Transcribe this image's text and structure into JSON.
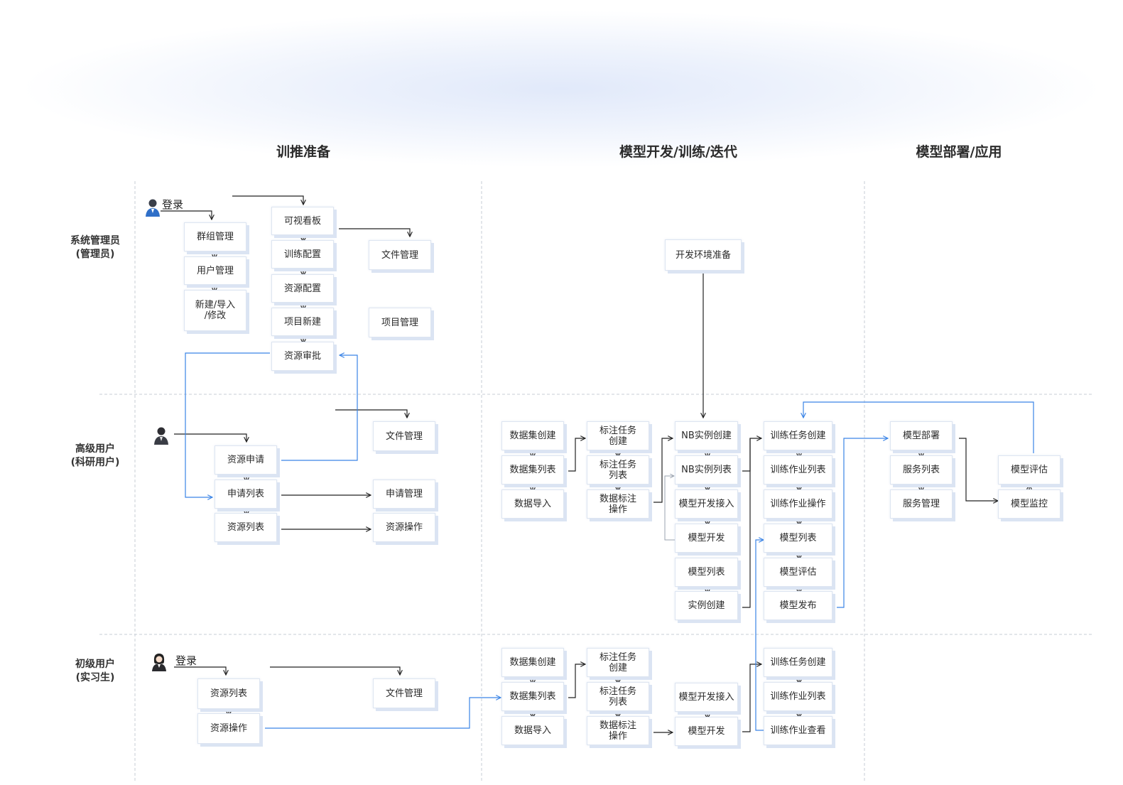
{
  "stages": [
    "训推准备",
    "模型开发/训练/迭代",
    "模型部署/应用"
  ],
  "roles": [
    {
      "line1": "系统管理员",
      "line2": "(管理员)"
    },
    {
      "line1": "高级用户",
      "line2": "(科研用户)"
    },
    {
      "line1": "初级用户",
      "line2": "(实习生)"
    }
  ],
  "person_icons": [
    "admin-user-icon",
    "senior-user-icon",
    "junior-user-icon"
  ],
  "colors": {
    "blue_flow": "#3a84e6",
    "black_flow": "#222222",
    "grey_flow": "#9aa3af"
  },
  "login_label": "登录",
  "admin": {
    "group_mgmt": "群组管理",
    "user_mgmt": "用户管理",
    "new_import": "新建/导入\n/修改",
    "dashboard": "可视看板",
    "train_config": "训练配置",
    "res_config": "资源配置",
    "project_new": "项目新建",
    "res_approve": "资源审批",
    "file_mgmt": "文件管理",
    "project_mgmt": "项目管理",
    "dev_env": "开发环境准备"
  },
  "senior": {
    "res_apply": "资源申请",
    "apply_list": "申请列表",
    "res_list": "资源列表",
    "file_mgmt": "文件管理",
    "apply_mgmt": "申请管理",
    "res_op": "资源操作",
    "ds_create": "数据集创建",
    "ds_list": "数据集列表",
    "data_import": "数据导入",
    "label_create": "标注任务\n创建",
    "label_list": "标注任务\n列表",
    "label_op": "数据标注\n操作",
    "nb_create": "NB实例创建",
    "nb_list": "NB实例列表",
    "dev_access": "模型开发接入",
    "model_dev": "模型开发",
    "model_list": "模型列表",
    "inst_create": "实例创建",
    "train_create": "训练任务创建",
    "train_list": "训练作业列表",
    "train_op": "训练作业操作",
    "model_list2": "模型列表",
    "model_eval": "模型评估",
    "model_release": "模型发布",
    "deploy": "模型部署",
    "svc_list": "服务列表",
    "svc_mgmt": "服务管理",
    "eval": "模型评估",
    "monitor": "模型监控"
  },
  "junior": {
    "res_list": "资源列表",
    "res_op": "资源操作",
    "file_mgmt": "文件管理",
    "ds_create": "数据集创建",
    "ds_list": "数据集列表",
    "data_import": "数据导入",
    "label_create": "标注任务\n创建",
    "label_list": "标注任务\n列表",
    "label_op": "数据标注\n操作",
    "dev_access": "模型开发接入",
    "model_dev": "模型开发",
    "train_create": "训练任务创建",
    "train_list": "训练作业列表",
    "train_view": "训练作业查看"
  }
}
